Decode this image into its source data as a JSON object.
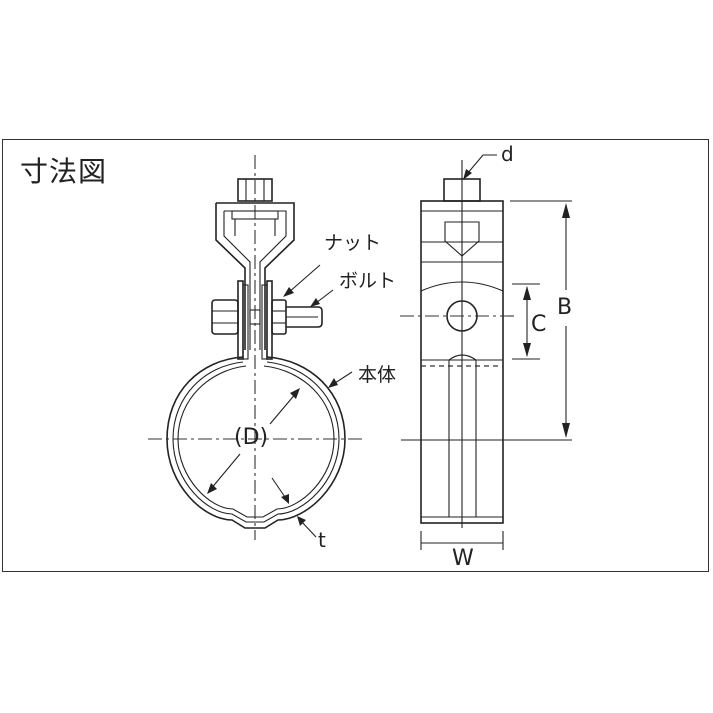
{
  "title": "寸法図",
  "labels": {
    "nut": "ナット",
    "bolt": "ボルト",
    "body": "本体",
    "thickness": "t",
    "diameter": "(D)",
    "rod_diameter": "d",
    "height_B": "B",
    "hole_C": "C",
    "width_W": "W"
  },
  "colors": {
    "line": "#222222",
    "background": "#ffffff",
    "frame": "#333333"
  }
}
